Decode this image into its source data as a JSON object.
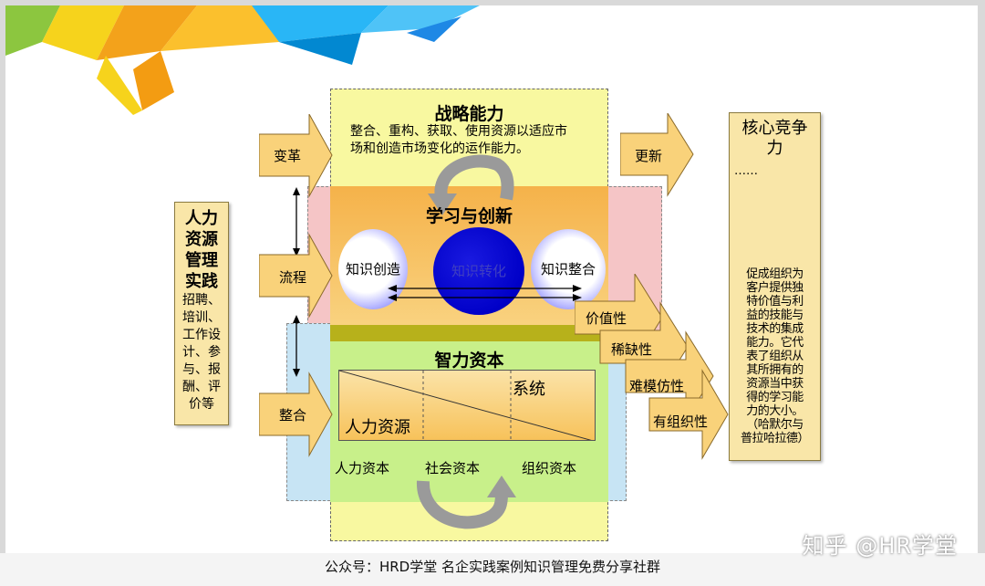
{
  "strategy": {
    "title": "战略能力",
    "desc_line1": "整合、重构、获取、使用资源以适应市",
    "desc_line2": "场和创造市场变化的运作能力。"
  },
  "learning": {
    "title": "学习与创新",
    "orbs": [
      "知识创造",
      "知识转化",
      "知识整合"
    ]
  },
  "intellectual_capital": {
    "title": "智力资本",
    "system_label": "系统",
    "hr_label": "人力资源",
    "capitals": [
      "人力资本",
      "社会资本",
      "组织资本"
    ]
  },
  "left_arrows": [
    "变革",
    "流程",
    "整合"
  ],
  "renew_arrow": "更新",
  "hr_practice": {
    "title_lines": [
      "人力",
      "资源",
      "管理",
      "实践"
    ],
    "item_lines": [
      "招聘、",
      "培训、",
      "工作设",
      "计、参",
      "与、报",
      "酬、评",
      "价等"
    ]
  },
  "attributes": [
    "价值性",
    "稀缺性",
    "难模仿性",
    "有组织性"
  ],
  "core_competence": {
    "title_line1": "核心竞争",
    "title_line2": "力",
    "ellipsis": "……",
    "desc_lines": [
      "促成组织为",
      "客户提供独",
      "特价值与利",
      "益的技能与",
      "技术的集成",
      "能力。它代",
      "表了组织从",
      "其所拥有的",
      "资源当中获",
      "得的学习能",
      "力的大小。",
      "（哈默尔与",
      "普拉哈拉德）"
    ]
  },
  "footer": "公众号：HRD学堂  名企实践案例知识管理免费分享社群",
  "watermark": "知乎 @HR学堂"
}
